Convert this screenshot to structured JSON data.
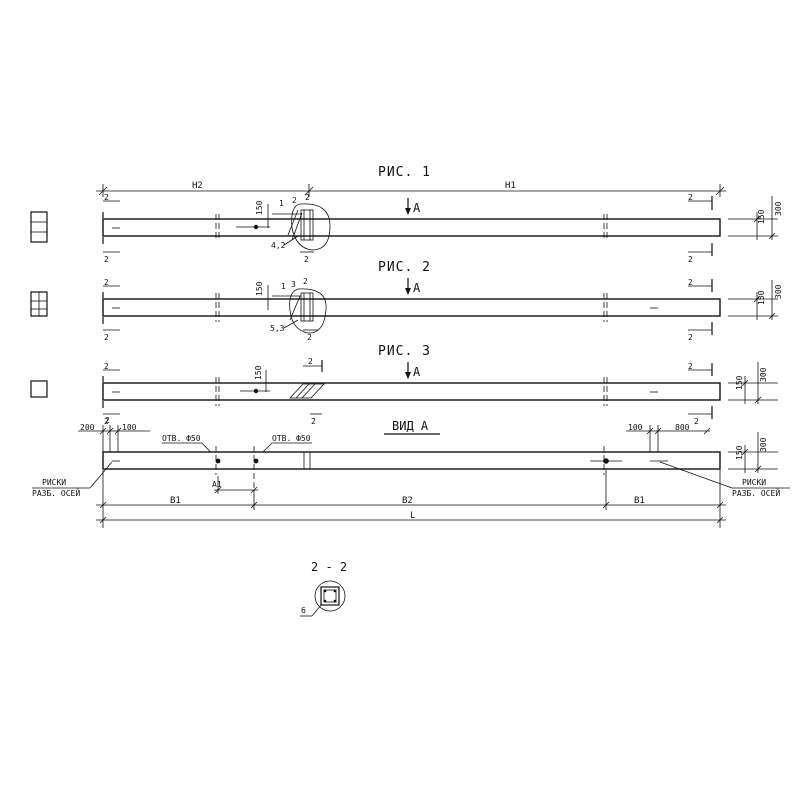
{
  "figures": {
    "fig1_title": "РИС. 1",
    "fig2_title": "РИС. 2",
    "fig3_title": "РИС. 3",
    "view_a_title": "ВИД А"
  },
  "labels": {
    "section_mark": "2",
    "arrow_a": "А",
    "h2": "H2",
    "h1": "H1",
    "d150": "150",
    "d300": "300",
    "d200": "200",
    "d100": "100",
    "d800": "800",
    "pos1": "1",
    "pos2": "2",
    "pos3": "3",
    "pos42": "4,2",
    "pos53": "5,3",
    "hole": "ОТВ. Ф50",
    "marks": "РИСКИ",
    "axes": "РАЗБ. ОСЕЙ",
    "a1": "A1",
    "b1": "В1",
    "b2": "В2",
    "b3": "В1",
    "l": "L",
    "section_22": "2 - 2",
    "pos6": "6"
  }
}
